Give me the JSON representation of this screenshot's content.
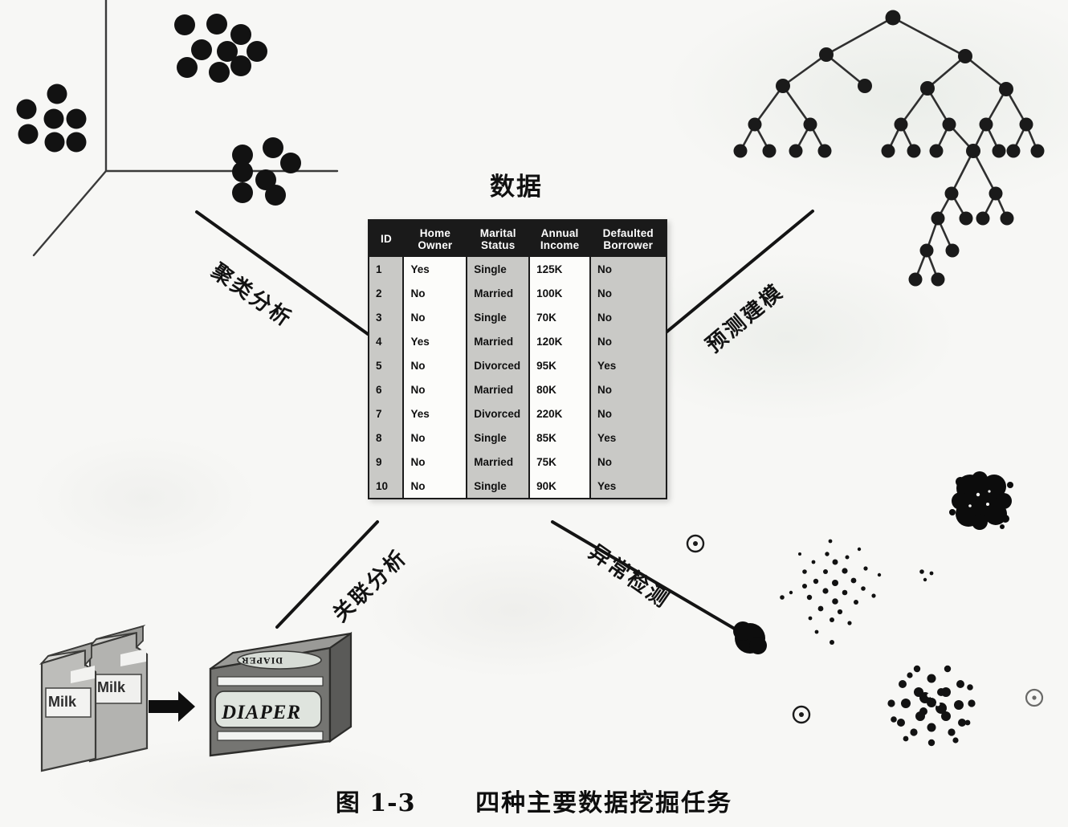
{
  "figure": {
    "caption_number": "图 1-3",
    "caption_text": "四种主要数据挖掘任务",
    "center_title": "数据"
  },
  "branches": [
    {
      "id": "clustering",
      "label": "聚类分析",
      "position": "top-left",
      "illustration": "3d-axes-with-three-point-clusters"
    },
    {
      "id": "predictive-modeling",
      "label": "预测建模",
      "position": "top-right",
      "illustration": "decision-tree"
    },
    {
      "id": "association-analysis",
      "label": "关联分析",
      "position": "bottom-left",
      "illustration": "milk-implies-diaper"
    },
    {
      "id": "anomaly-detection",
      "label": "异常检测",
      "position": "bottom-right",
      "illustration": "scatter-with-outliers"
    }
  ],
  "table": {
    "columns": [
      "ID",
      "Home Owner",
      "Marital Status",
      "Annual Income",
      "Defaulted Borrower"
    ],
    "column_lines": [
      [
        "ID"
      ],
      [
        "Home",
        "Owner"
      ],
      [
        "Marital",
        "Status"
      ],
      [
        "Annual",
        "Income"
      ],
      [
        "Defaulted",
        "Borrower"
      ]
    ],
    "rows": [
      [
        "1",
        "Yes",
        "Single",
        "125K",
        "No"
      ],
      [
        "2",
        "No",
        "Married",
        "100K",
        "No"
      ],
      [
        "3",
        "No",
        "Single",
        "70K",
        "No"
      ],
      [
        "4",
        "Yes",
        "Married",
        "120K",
        "No"
      ],
      [
        "5",
        "No",
        "Divorced",
        "95K",
        "Yes"
      ],
      [
        "6",
        "No",
        "Married",
        "80K",
        "No"
      ],
      [
        "7",
        "Yes",
        "Divorced",
        "220K",
        "No"
      ],
      [
        "8",
        "No",
        "Single",
        "85K",
        "Yes"
      ],
      [
        "9",
        "No",
        "Married",
        "75K",
        "No"
      ],
      [
        "10",
        "No",
        "Single",
        "90K",
        "Yes"
      ]
    ]
  },
  "association_illustration": {
    "milk_label_left": "Milk",
    "milk_label_right": "Milk",
    "diaper_front_label": "DIAPER",
    "diaper_top_label": "DIAPER",
    "arrow": "right-arrow"
  },
  "colors": {
    "background": "#f7f7f5",
    "ink": "#111111",
    "table_header_bg": "#1a1a1a",
    "table_header_fg": "#ffffff",
    "table_shade": "#c9c9c6",
    "table_white": "#fcfcfa",
    "carton_body": "#b9b9b6",
    "carton_shadow": "#8e8e8b",
    "box_body": "#7d7d7a",
    "box_dark": "#5e5e5b",
    "box_light": "#d4d9d4"
  }
}
